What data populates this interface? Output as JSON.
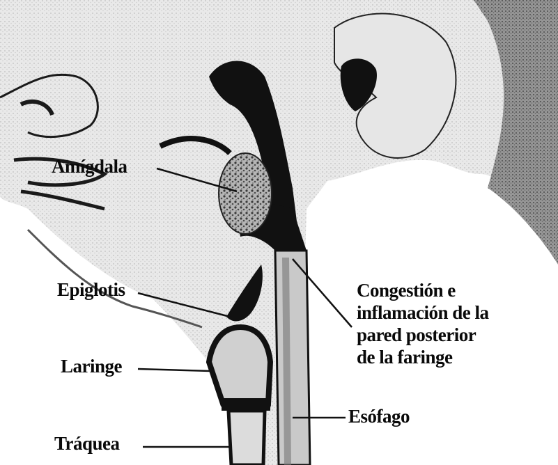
{
  "labels": {
    "amigdala": "Amígdala",
    "epiglotis": "Epiglotis",
    "laringe": "Laringe",
    "traquea": "Tráquea",
    "esofago": "Esófago",
    "congestion": [
      "Congestión e",
      "inflamación de la",
      "pared posterior",
      "de la faringe"
    ]
  },
  "colors": {
    "ink": "#0a0a0a",
    "skin_shade": "#b9b9b9",
    "background": "#ffffff",
    "tonsil": "#9a9a9a"
  }
}
